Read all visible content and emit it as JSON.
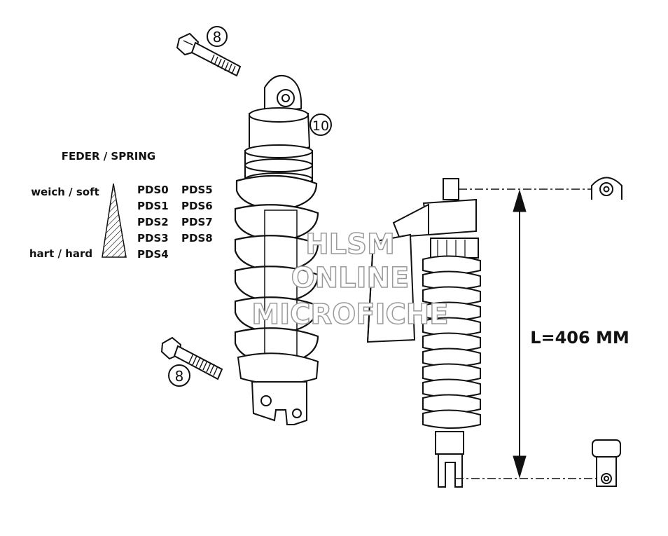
{
  "callouts": {
    "bolt_top": "8",
    "top_mount": "10",
    "bolt_bottom": "8"
  },
  "spring_legend": {
    "title": "FEDER / SPRING",
    "soft_label": "weich / soft",
    "hard_label": "hart / hard",
    "column_1": [
      "PDS0",
      "PDS1",
      "PDS2",
      "PDS3",
      "PDS4"
    ],
    "column_2": [
      "PDS5",
      "PDS6",
      "PDS7",
      "PDS8"
    ]
  },
  "dimension": {
    "length_label": "L=406 MM"
  },
  "watermark": {
    "line_1": "HLSM",
    "line_2": "ONLINE",
    "line_3": "MICROFICHE"
  }
}
